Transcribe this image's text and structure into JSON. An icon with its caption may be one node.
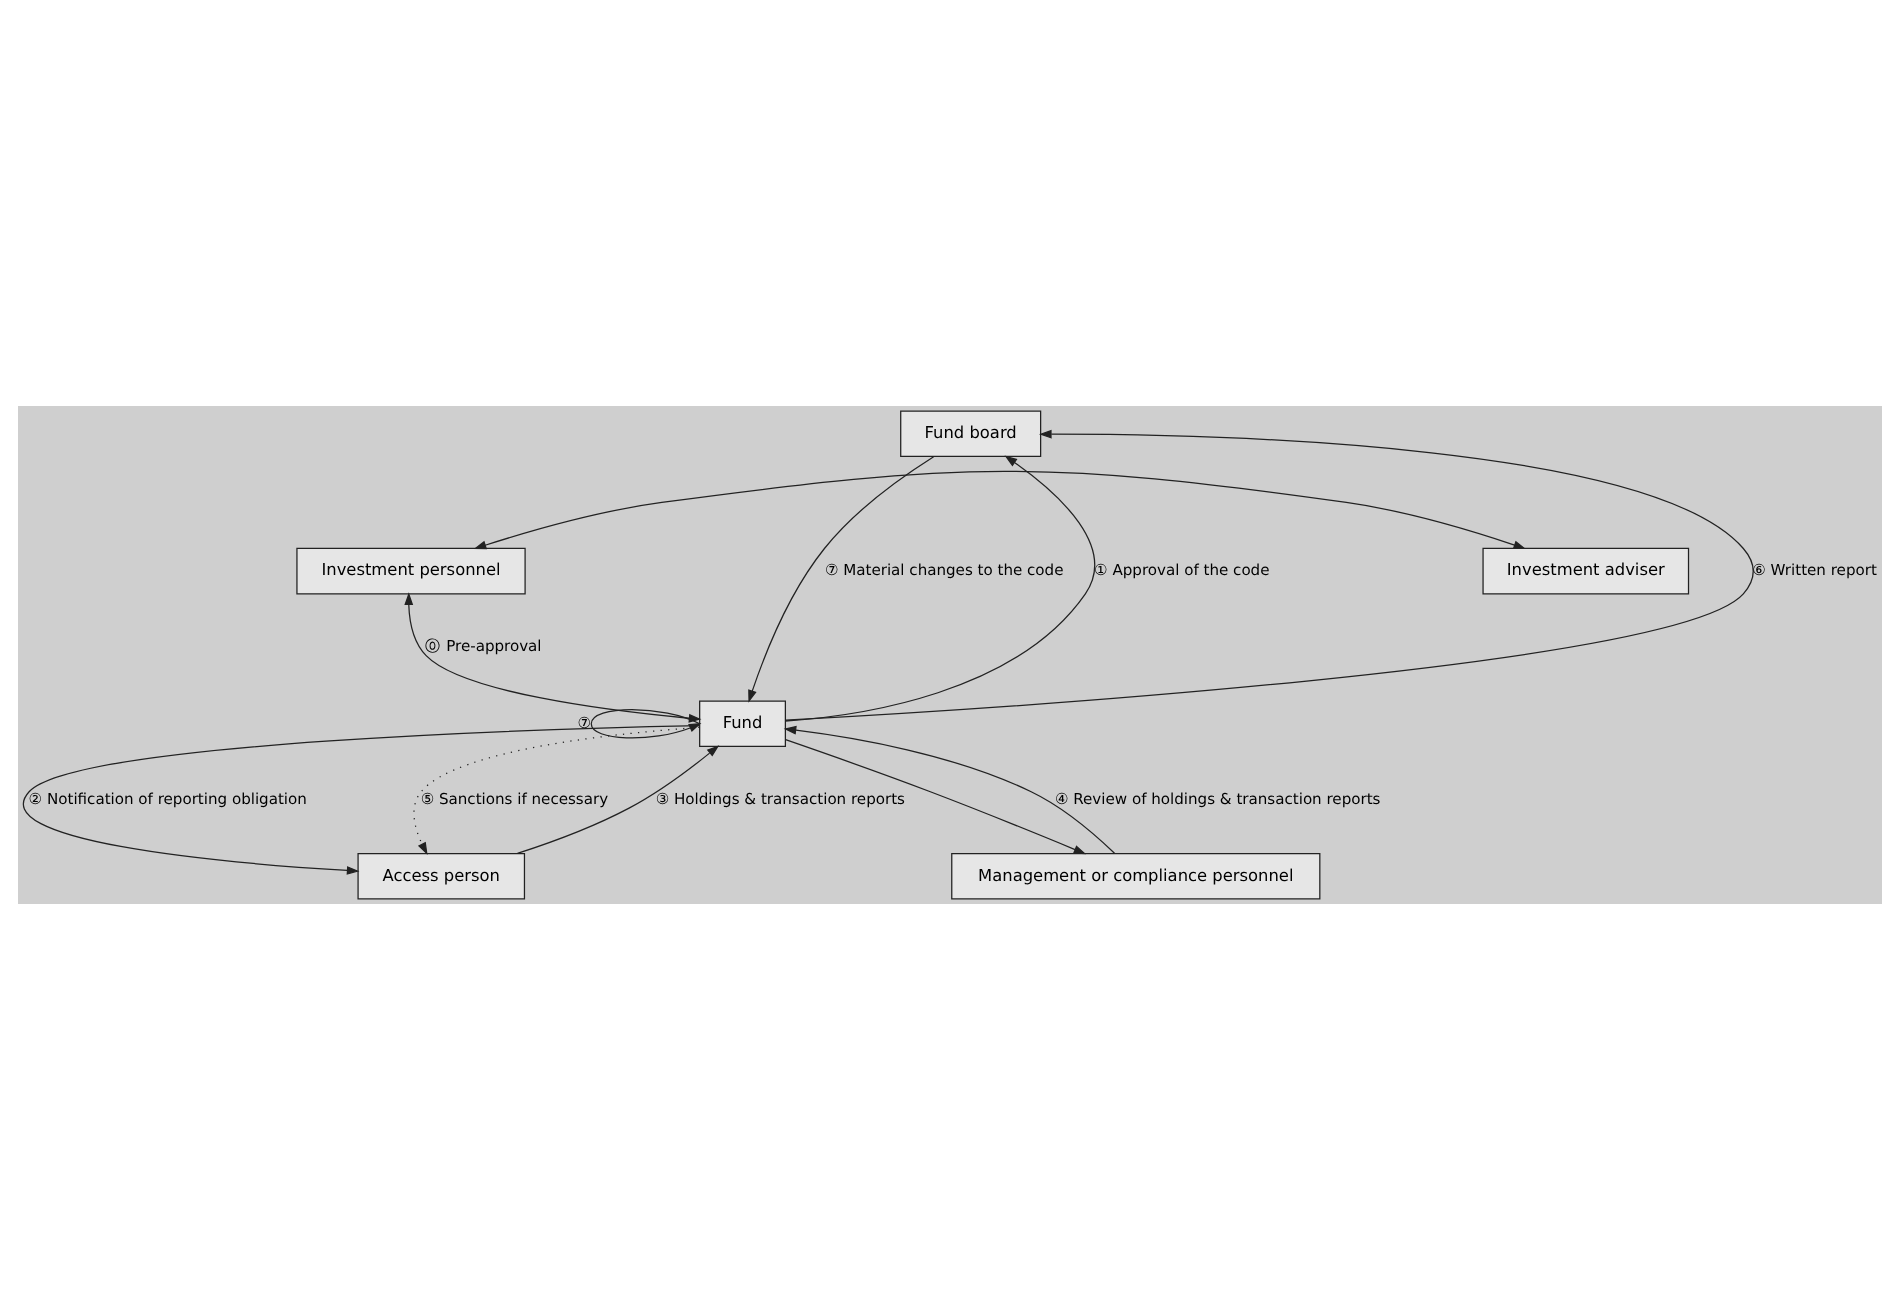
{
  "diagram": {
    "nodes": [
      {
        "text": [
          "Fund board"
        ]
      },
      {
        "text": [
          "Investment adviser"
        ]
      },
      {
        "text": [
          "Investment personnel"
        ]
      },
      {
        "text": [
          "Fund"
        ]
      },
      {
        "text": [
          "Access person"
        ]
      },
      {
        "text": [
          "Management or compliance personnel"
        ]
      }
    ],
    "edges": [
      {
        "from": 0,
        "to": 3,
        "arrow": "to",
        "label": "⑦ Material changes to the code"
      },
      {
        "from": 3,
        "to": 0,
        "arrow": "to",
        "label": "① Approval of the code"
      },
      {
        "from": 3,
        "to": 0,
        "arrow": "to",
        "label": "⑥ Written report"
      },
      {
        "from": 3,
        "to": 3,
        "arrow": "to",
        "label": "⑦"
      },
      {
        "from": 1,
        "to": 2,
        "arrow": "both"
      },
      {
        "from": 3,
        "to": 2,
        "arrow": "both",
        "label": "⓪ Pre-approval"
      },
      {
        "from": 3,
        "to": 4,
        "arrow": "to",
        "label": "② Notification of reporting obligation"
      },
      {
        "from": 3,
        "to": 4,
        "arrow": "to",
        "label": "⑤ Sanctions if necessary",
        "style": "dashed"
      },
      {
        "from": 4,
        "to": 3,
        "arrow": "to",
        "label": "③ Holdings & transaction reports"
      },
      {
        "from": 3,
        "to": 5,
        "arrow": "to"
      },
      {
        "from": 5,
        "to": 3,
        "arrow": "to",
        "label": "④ Review of holdings & transaction reports"
      }
    ]
  }
}
